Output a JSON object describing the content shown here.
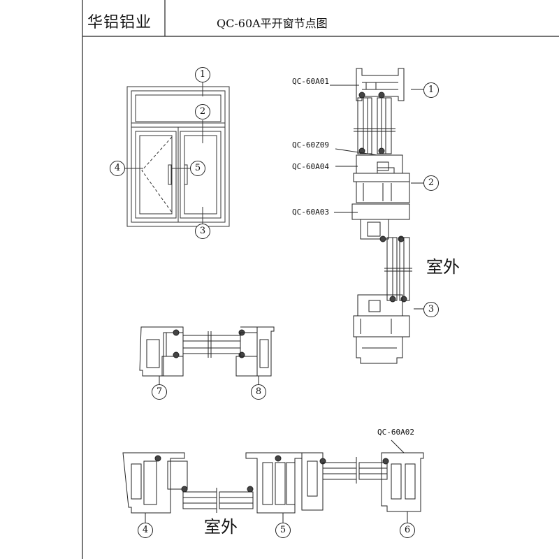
{
  "header": {
    "company": "华铝铝业",
    "title": "QC-60A平开窗节点图"
  },
  "profile_labels": {
    "a01": "QC-60A01",
    "z09": "QC-60Z09",
    "a04": "QC-60A04",
    "a03": "QC-60A03",
    "a02": "QC-60A02"
  },
  "outside_text": "室外",
  "markers": {
    "n1": "1",
    "n2": "2",
    "n3": "3",
    "n4": "4",
    "n5": "5",
    "n6": "6",
    "n7": "7",
    "n8": "8"
  }
}
